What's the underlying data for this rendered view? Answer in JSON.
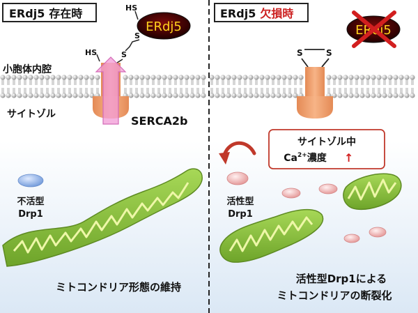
{
  "left_panel": {
    "title_prefix": "ERdj5",
    "title_state": "存在時",
    "hs_top": "HS",
    "protein_label": "ERdj5",
    "s1": "S",
    "s2": "S",
    "hs_pump": "HS",
    "region_lumen": "小胞体内腔",
    "region_cytosol": "サイトゾル",
    "pump_label": "SERCA2b",
    "drp1_line1": "不活型",
    "drp1_line2": "Drp1",
    "caption": "ミトコンドリア形態の維持"
  },
  "right_panel": {
    "title_prefix": "ERdj5",
    "title_state": "欠損時",
    "protein_label": "ERdj5",
    "s_left": "S",
    "s_right": "S",
    "callout_line1": "サイトゾル中",
    "callout_ca": "Ca",
    "callout_sup": "2+",
    "callout_rest": "濃度",
    "callout_arrow": "↑",
    "drp1_line1": "活性型",
    "drp1_line2": "Drp1",
    "caption_line1": "活性型Drp1による",
    "caption_line2": "ミトコンドリアの断裂化"
  },
  "colors": {
    "membrane_bead": "#9a9a9a",
    "pump_body": "#f2a878",
    "pump_arrow": "#f29ad6",
    "erdj5_fill": "#3a0000",
    "erdj5_text": "#ffd21c",
    "mito_fill": "#8cc63f",
    "drp1_inactive": "#7fa9e6",
    "drp1_active": "#f2a9a9",
    "red_accent": "#cc1f1f",
    "callout_border": "#c0392b"
  }
}
